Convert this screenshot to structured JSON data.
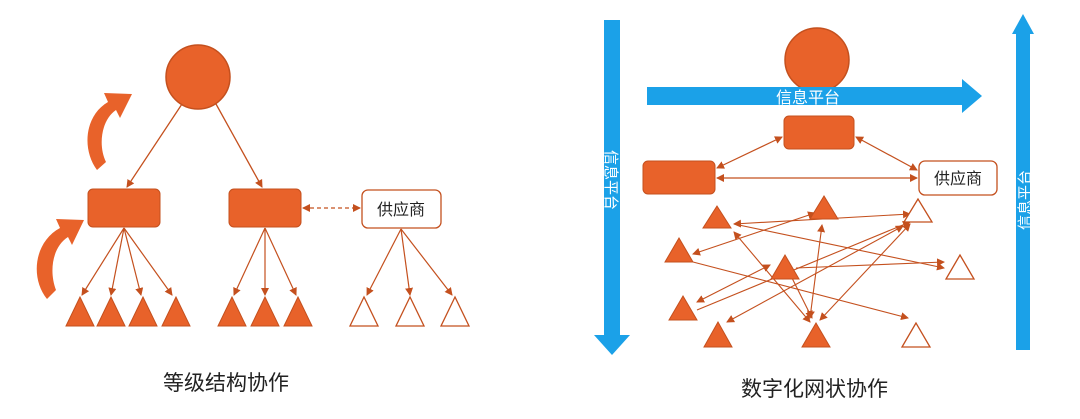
{
  "left_diagram": {
    "caption": "等级结构协作",
    "supplier_label": "供应商"
  },
  "right_diagram": {
    "caption": "数字化网状协作",
    "supplier_label": "供应商",
    "platform_label_top": "信息平台",
    "platform_label_left": "信息平台",
    "platform_label_right": "信息平台"
  },
  "colors": {
    "orange_fill": "#E8622A",
    "orange_stroke": "#C4501E",
    "blue": "#1BA1E8",
    "outline": "#C4501E"
  }
}
